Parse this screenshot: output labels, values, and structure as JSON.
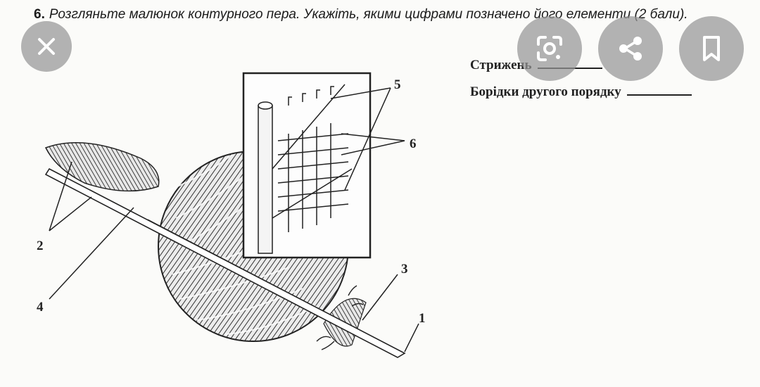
{
  "question": {
    "number": "6.",
    "text": "Розгляньте малюнок контурного пера. Укажіть, якими цифрами позначено його елементи (2 бали)."
  },
  "answers": [
    {
      "label": "Стрижень",
      "blank": ""
    },
    {
      "label": "Борідки другого порядку",
      "blank": ""
    }
  ],
  "figure": {
    "labels": [
      "1",
      "2",
      "3",
      "4",
      "5",
      "6"
    ]
  },
  "toolbar": {
    "icons": [
      "close-icon",
      "lens-icon",
      "share-icon",
      "bookmark-icon"
    ]
  },
  "colors": {
    "button_bg": "#9a9a9a",
    "icon": "#ffffff",
    "ink": "#222222"
  }
}
